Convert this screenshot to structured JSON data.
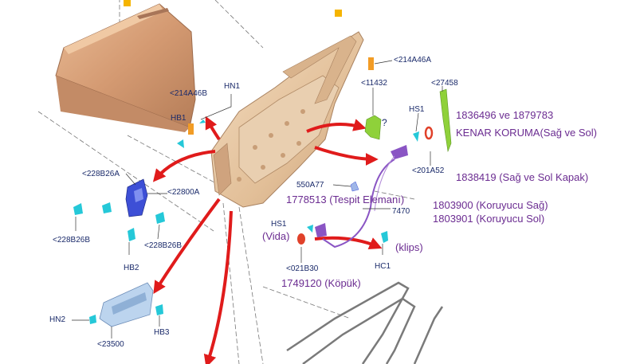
{
  "part_labels": {
    "top_right_214A46A": "<214A46A",
    "hn1": "HN1",
    "top_214A46B": "<214A46B",
    "hb1": "HB1",
    "c11432": "<11432",
    "question": "?",
    "c27458": "<27458",
    "hs1_top": "HS1",
    "c201A52": "<201A52",
    "c228B26A": "<228B26A",
    "c22800A": "<22800A",
    "c228B26B_left": "<228B26B",
    "c228B26B_right": "<228B26B",
    "hb2": "HB2",
    "c550A77": "550A77",
    "n7470": "7470",
    "hs1_mid": "HS1",
    "c021B30": "<021B30",
    "hc1": "HC1",
    "hn2": "HN2",
    "hb3": "HB3",
    "c23500": "<23500"
  },
  "annotations": {
    "part_numbers_edge": "1836496 ve 1879783",
    "edge_protection": "KENAR KORUMA(Sağ ve Sol)",
    "cover": "1838419 (Sağ ve Sol Kapak)",
    "guard_right": "1803900 (Koruyucu Sağ)",
    "guard_left": "1803901 (Koruyucu Sol)",
    "fastener": "1778513 (Tespit Elemanı)",
    "screw": "(Vida)",
    "clips": "(klips)",
    "foam": "1749120 (Köpük)"
  },
  "colors": {
    "label_text": "#1a2a6a",
    "annotation_text": "#6b2c91",
    "arrow_red": "#e01b1b",
    "door_skin": "#d9a27a",
    "inner_panel": "#e8c9a5",
    "part_cyan": "#25c8d8",
    "part_blue": "#3d4fd6",
    "part_green": "#8fd13a",
    "part_purple": "#8a55c4",
    "part_orange": "#f29c25",
    "part_red": "#e0412a",
    "marker_yellow": "#f5b400"
  }
}
